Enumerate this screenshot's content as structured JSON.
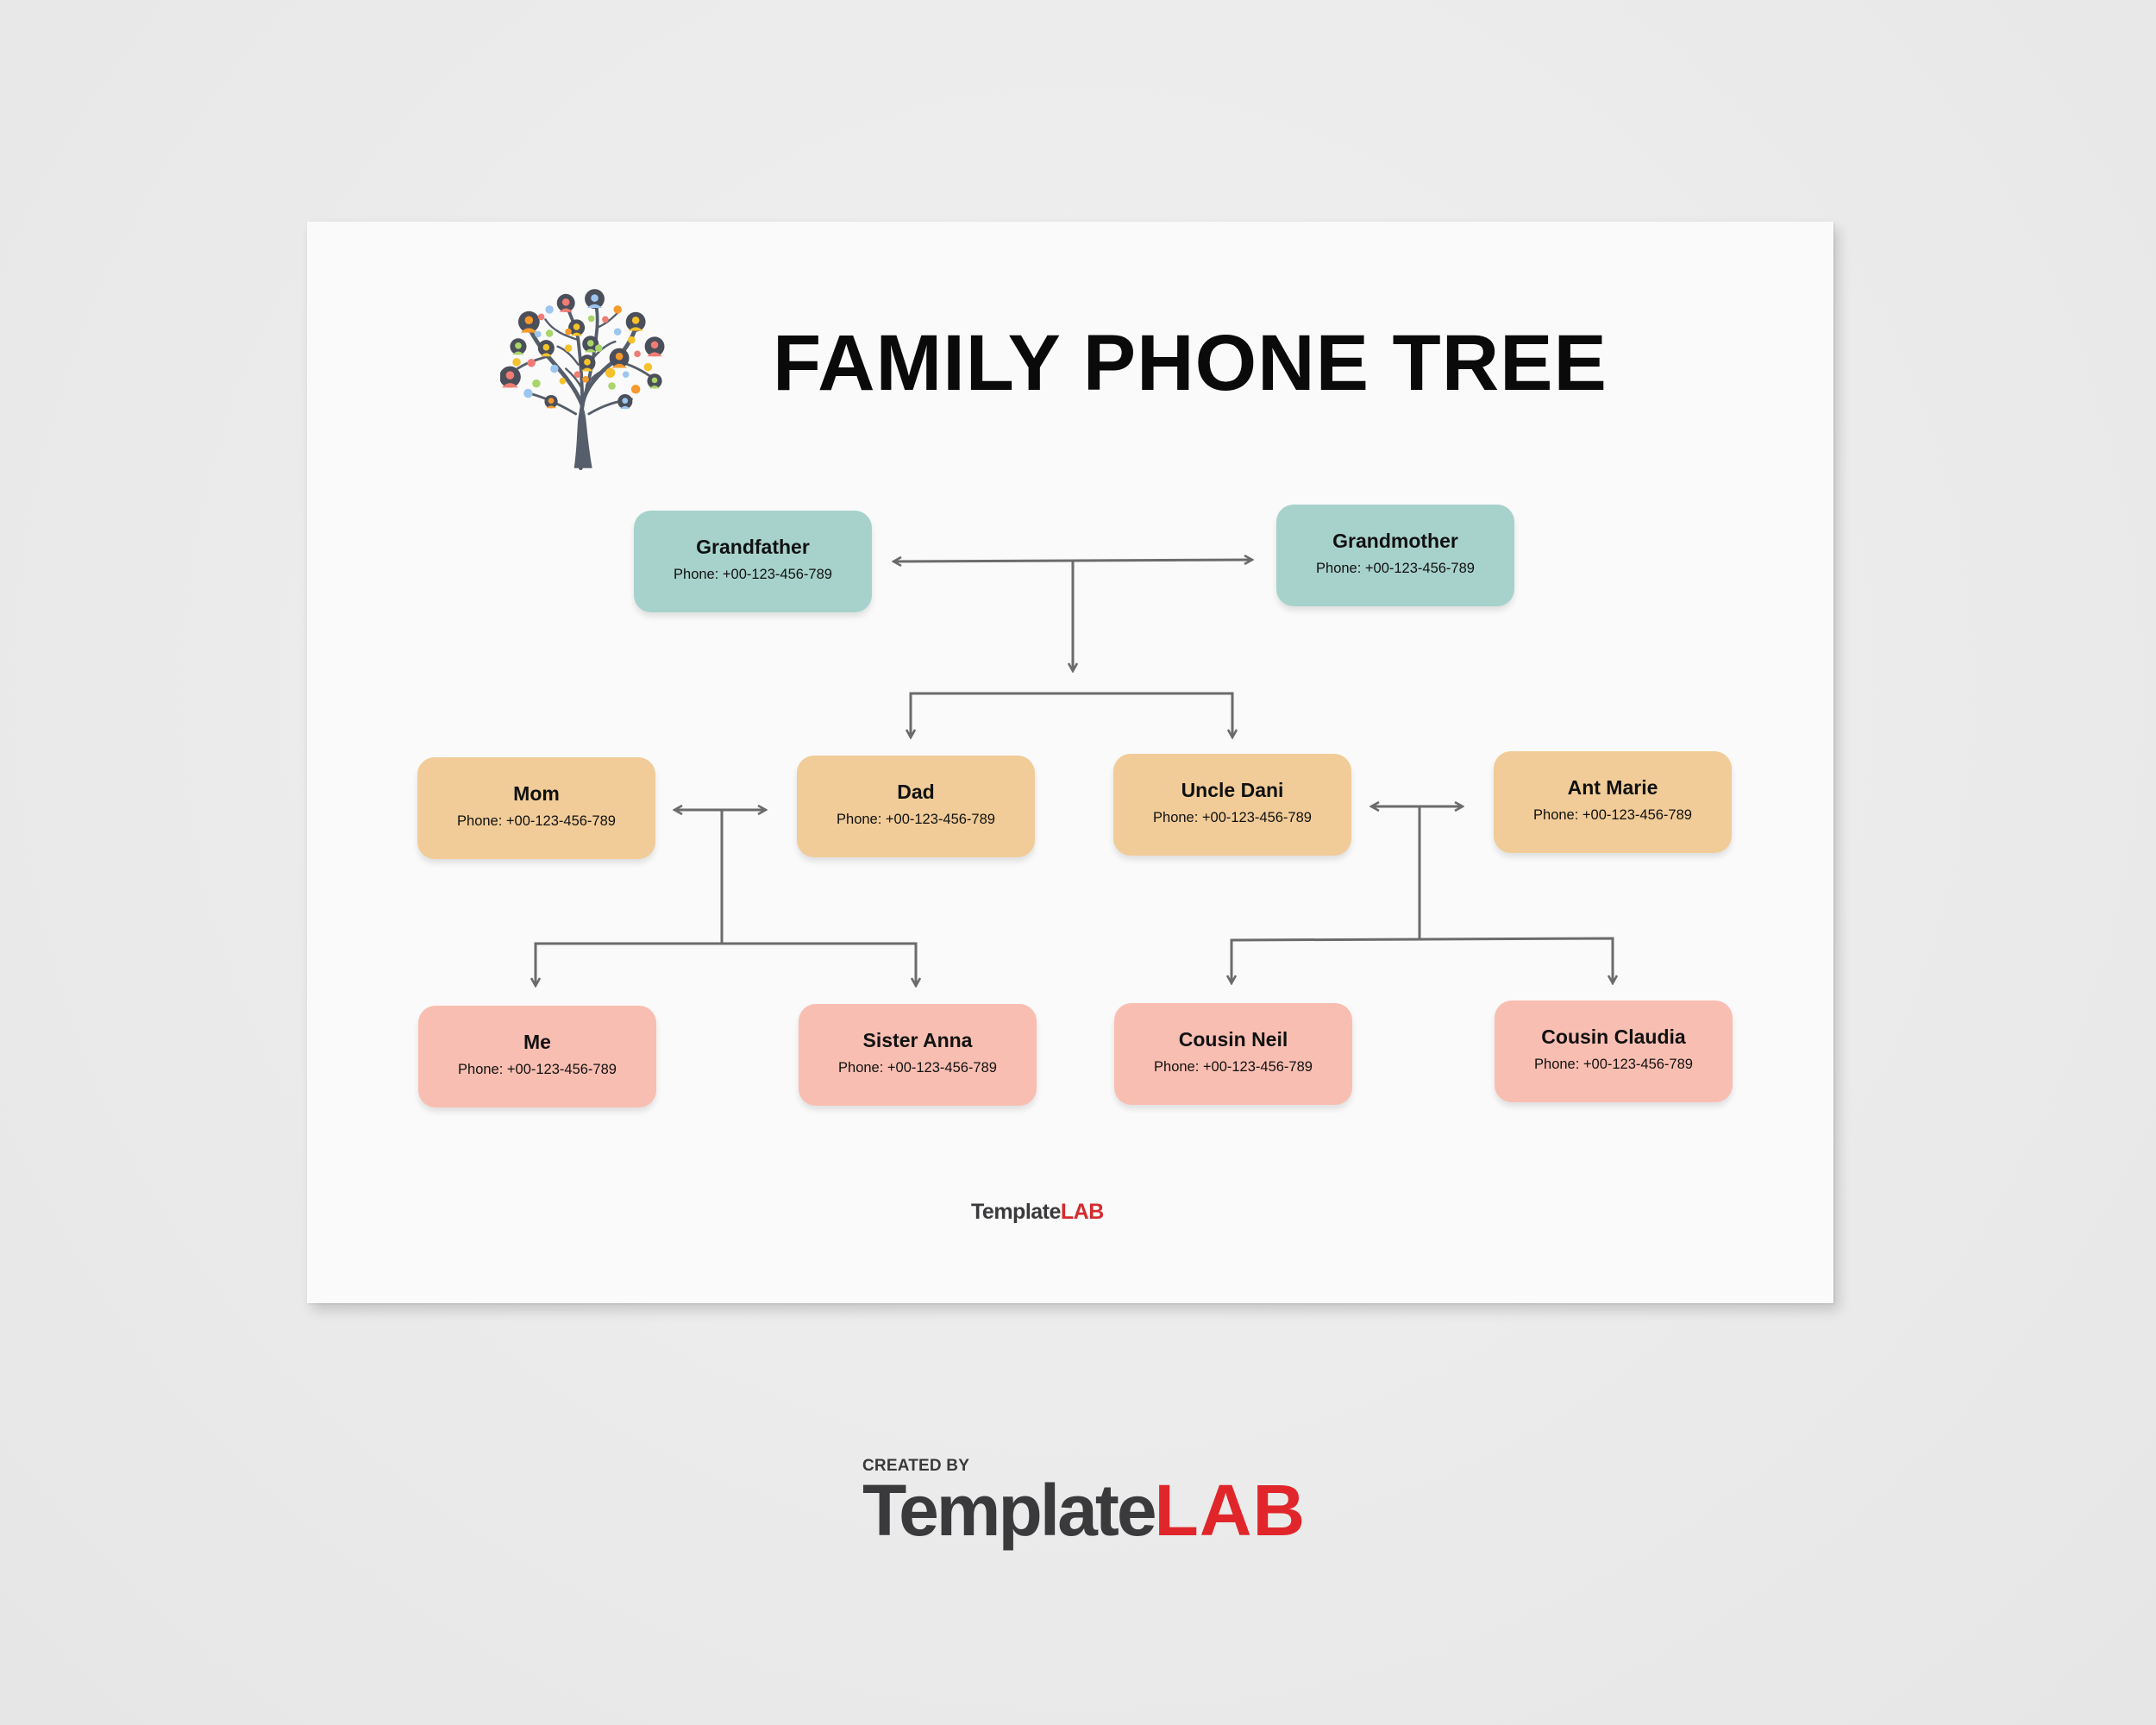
{
  "document": {
    "title": "FAMILY PHONE TREE",
    "logo": {
      "icon": "family-tree-icon",
      "description": "tree with person avatars"
    },
    "colors": {
      "background": "#ebebeb",
      "paper": "#fafafa",
      "grandparents": "#a7d2cb",
      "parents": "#f1cc98",
      "children": "#f9beb2",
      "connector": "#6b6b6b",
      "brand_dark": "#3a3a3c",
      "brand_red": "#d42a2f"
    }
  },
  "generations": [
    {
      "level": "grandparents",
      "nodes": [
        {
          "id": "grandfather",
          "name": "Grandfather",
          "phone": "Phone: +00-123-456-789"
        },
        {
          "id": "grandmother",
          "name": "Grandmother",
          "phone": "Phone: +00-123-456-789"
        }
      ]
    },
    {
      "level": "parents",
      "nodes": [
        {
          "id": "mom",
          "name": "Mom",
          "phone": "Phone: +00-123-456-789"
        },
        {
          "id": "dad",
          "name": "Dad",
          "phone": "Phone: +00-123-456-789"
        },
        {
          "id": "uncle-dani",
          "name": "Uncle Dani",
          "phone": "Phone: +00-123-456-789"
        },
        {
          "id": "ant-marie",
          "name": "Ant Marie",
          "phone": "Phone: +00-123-456-789"
        }
      ]
    },
    {
      "level": "children",
      "nodes": [
        {
          "id": "me",
          "name": "Me",
          "phone": "Phone: +00-123-456-789"
        },
        {
          "id": "sister-anna",
          "name": "Sister Anna",
          "phone": "Phone: +00-123-456-789"
        },
        {
          "id": "cousin-neil",
          "name": "Cousin Neil",
          "phone": "Phone: +00-123-456-789"
        },
        {
          "id": "cousin-claudia",
          "name": "Cousin Claudia",
          "phone": "Phone: +00-123-456-789"
        }
      ]
    }
  ],
  "connections": [
    {
      "type": "couple",
      "between": [
        "Grandfather",
        "Grandmother"
      ]
    },
    {
      "type": "children",
      "from": [
        "Grandfather",
        "Grandmother"
      ],
      "to": [
        "Dad",
        "Uncle Dani"
      ]
    },
    {
      "type": "couple",
      "between": [
        "Mom",
        "Dad"
      ]
    },
    {
      "type": "children",
      "from": [
        "Mom",
        "Dad"
      ],
      "to": [
        "Me",
        "Sister Anna"
      ]
    },
    {
      "type": "couple",
      "between": [
        "Uncle Dani",
        "Ant Marie"
      ]
    },
    {
      "type": "children",
      "from": [
        "Uncle Dani",
        "Ant Marie"
      ],
      "to": [
        "Cousin Neil",
        "Cousin Claudia"
      ]
    }
  ],
  "footer": {
    "page_logo": {
      "part1": "Template",
      "part2": "LAB"
    },
    "credit": {
      "created_by": "CREATED BY",
      "part1": "Template",
      "part2": "LAB"
    }
  }
}
